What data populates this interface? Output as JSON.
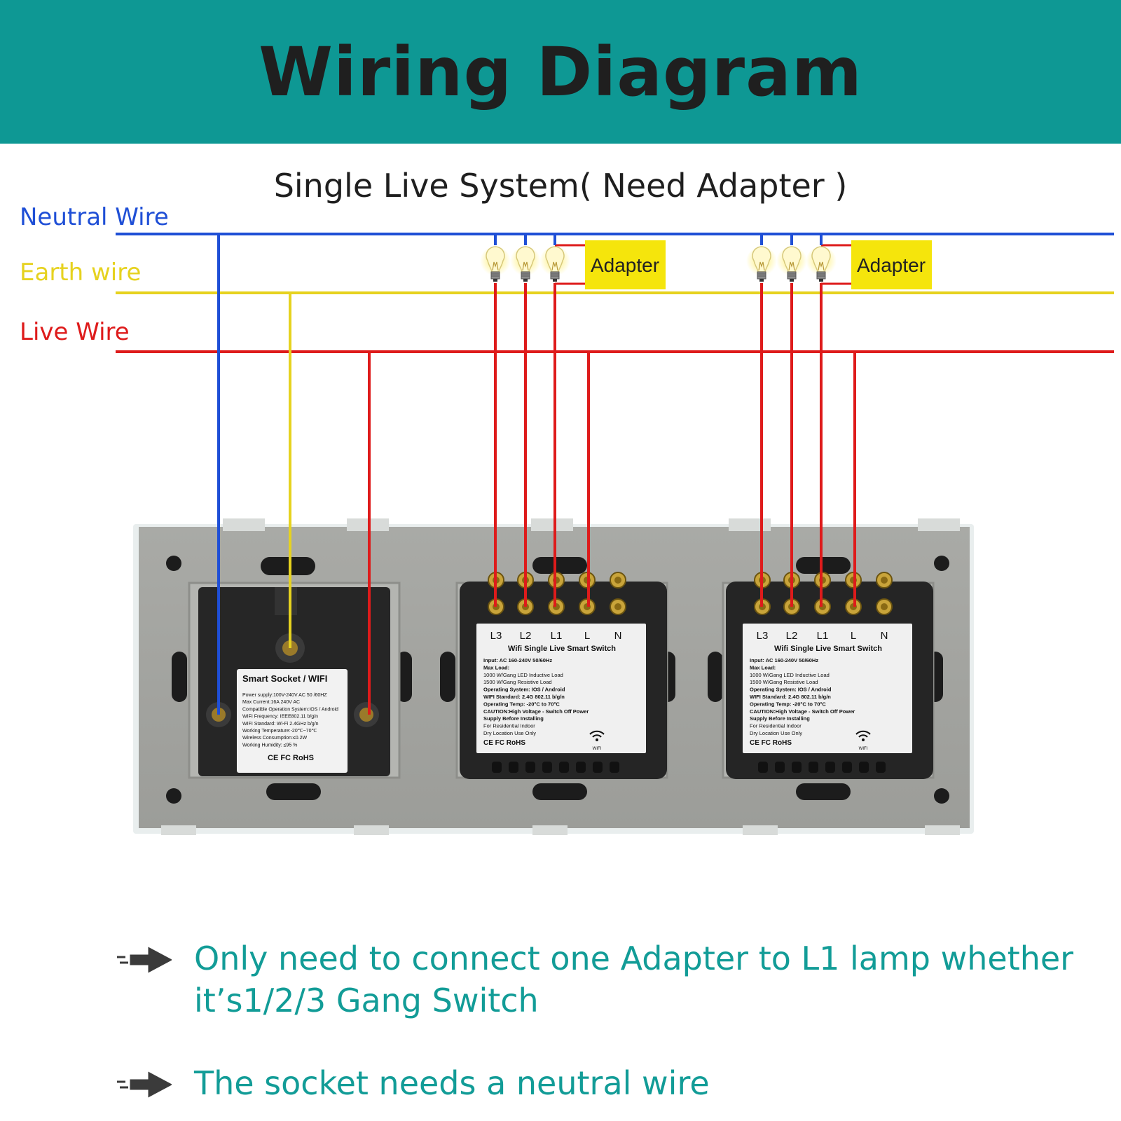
{
  "title": "Wiring Diagram",
  "subtitle": "Single Live System( Need Adapter )",
  "colors": {
    "banner": "#0e9894",
    "neutral": "#1f4fd6",
    "earth": "#e6d21f",
    "live": "#de1b1b",
    "note_text": "#129c97",
    "adapter_bg": "#f5e50c"
  },
  "wires": {
    "neutral": "Neutral Wire",
    "earth": "Earth wire",
    "live": "Live Wire"
  },
  "adapters": [
    "Adapter",
    "Adapter"
  ],
  "socket": {
    "label_title": "Smart Socket / WIFI",
    "label_lines": [
      "Power supply:100V-240V AC  50 /60HZ",
      "Max Current:16A  240V AC",
      "Compatible Operation System:IOS / Android",
      "WIFI Frequency: IEEE802.11 b/g/n",
      "WIFI Standard: Wi-Fi 2.4GHz b/g/n",
      "Working Temperature:-20℃~70℃",
      "Wireless Consumption:≤0.2W",
      "Working Humidity: ≤95 %"
    ],
    "certs": "CE FC RoHS"
  },
  "switches": [
    {
      "terminals": [
        "L3",
        "L2",
        "L1",
        "L",
        "N"
      ],
      "label_title": "Wifi Single Live Smart Switch",
      "label_lines": [
        "Input: AC 160-240V 50/60Hz",
        "Max Load:",
        "1000 W/Gang LED Inductive Load",
        "1500 W/Gang Resistive Load",
        "Operating System: IOS / Android",
        "WIFI Standard: 2.4G 802.11 b/g/n",
        "Operating Temp: -20°C to 70°C",
        "CAUTION:High Voltage - Switch Off  Power",
        "Supply Before Installing",
        "For Residential Indoor",
        "Dry Location Use Only"
      ],
      "certs": "CE FC RoHS",
      "wifi": "WIFI"
    },
    {
      "terminals": [
        "L3",
        "L2",
        "L1",
        "L",
        "N"
      ],
      "label_title": "Wifi Single Live Smart Switch",
      "label_lines": [
        "Input: AC 160-240V 50/60Hz",
        "Max Load:",
        "1000 W/Gang LED Inductive Load",
        "1500 W/Gang Resistive Load",
        "Operating System: IOS / Android",
        "WIFI Standard: 2.4G 802.11 b/g/n",
        "Operating Temp: -20°C to 70°C",
        "CAUTION:High Voltage - Switch Off  Power",
        "Supply Before Installing",
        "For Residential Indoor",
        "Dry Location Use Only"
      ],
      "certs": "CE FC RoHS",
      "wifi": "WIFI"
    }
  ],
  "notes": [
    "Only need to connect one Adapter to L1 lamp whether it’s1/2/3 Gang Switch",
    "The socket needs a neutral wire"
  ],
  "icons": {
    "lamp": "light-bulb-icon",
    "note_arrow": "arrow-right-icon",
    "wifi": "wifi-icon"
  }
}
